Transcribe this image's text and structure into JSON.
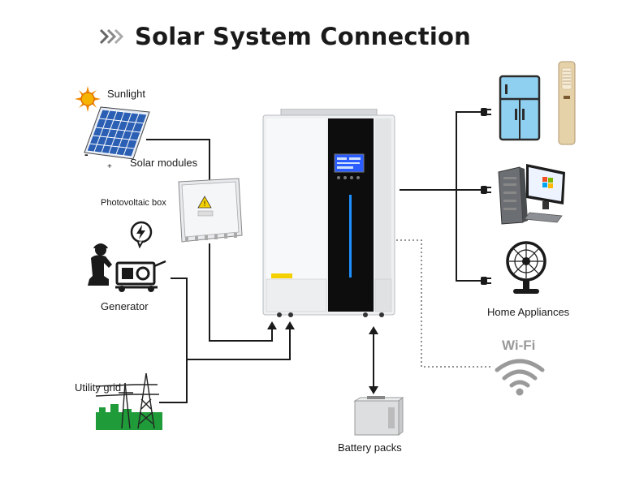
{
  "title": "Solar System Connection",
  "labels": {
    "sunlight": "Sunlight",
    "solar_modules": "Solar modules",
    "pv_box": "Photovoltaic box",
    "generator": "Generator",
    "utility_grid": "Utility grid",
    "battery_packs": "Battery packs",
    "home_appliances": "Home Appliances",
    "wifi": "Wi-Fi",
    "panel_minus": "-",
    "panel_plus": "+",
    "caution": "CAUTION"
  },
  "icons": [
    "chevron-right-double-icon",
    "sun-icon",
    "solar-panel-icon",
    "pv-junction-box-icon",
    "generator-icon",
    "lightning-bubble-icon",
    "power-tower-icon",
    "inverter-icon",
    "battery-icon",
    "refrigerator-icon",
    "air-conditioner-icon",
    "computer-icon",
    "fan-icon",
    "wifi-icon",
    "plug-icon"
  ],
  "colors": {
    "title": "#1a1a1a",
    "line": "#1a1a1a",
    "panel_blue": "#2b5fb4",
    "led_blue": "#1e8fff",
    "sun": "#f08a00",
    "grid_green": "#1f9b3a",
    "fridge_blue": "#8fd0f0",
    "wifi_gray": "#9a9a9a"
  }
}
